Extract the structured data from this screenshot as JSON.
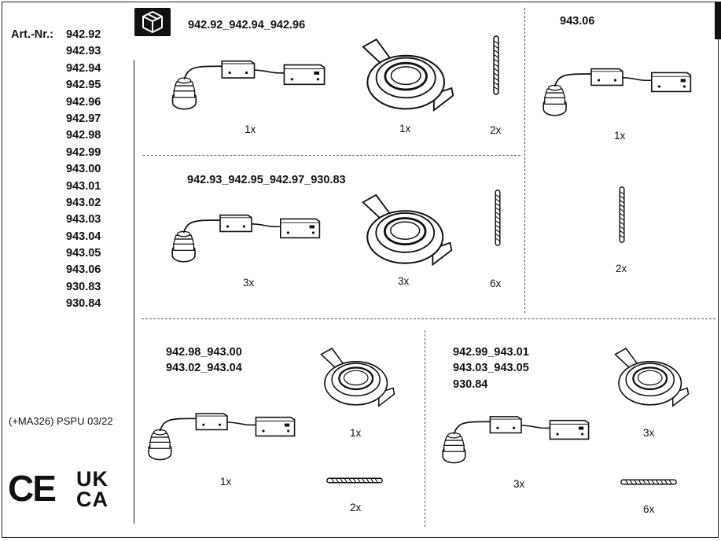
{
  "article_label": "Art.-Nr.:",
  "article_numbers": [
    "942.92",
    "942.93",
    "942.94",
    "942.95",
    "942.96",
    "942.97",
    "942.98",
    "942.99",
    "943.00",
    "943.01",
    "943.02",
    "943.03",
    "943.04",
    "943.05",
    "943.06",
    "930.83",
    "930.84"
  ],
  "pspu": "(+MA326) PSPU 03/22",
  "marks": {
    "ce": "CE",
    "ukca_top": "UK",
    "ukca_bottom": "CA"
  },
  "icons": {
    "package": "package-icon"
  },
  "sections": {
    "s1": {
      "codes": [
        "942.92_942.94_942.96"
      ],
      "qty_driver": "1x",
      "qty_fixture": "1x",
      "qty_spring": "2x"
    },
    "s2": {
      "codes": [
        "942.93_942.95_942.97_930.83"
      ],
      "qty_driver": "3x",
      "qty_fixture": "3x",
      "qty_spring": "6x"
    },
    "s3": {
      "codes": [
        "943.06"
      ],
      "qty_driver": "1x",
      "qty_spring": "2x"
    },
    "s4": {
      "codes": [
        "942.98_943.00",
        "943.02_943.04"
      ],
      "qty_fixture": "1x",
      "qty_driver": "1x",
      "qty_spring": "2x"
    },
    "s5": {
      "codes": [
        "942.99_943.01",
        "943.03_943.05",
        "930.84"
      ],
      "qty_fixture": "3x",
      "qty_driver": "3x",
      "qty_spring": "6x"
    }
  }
}
